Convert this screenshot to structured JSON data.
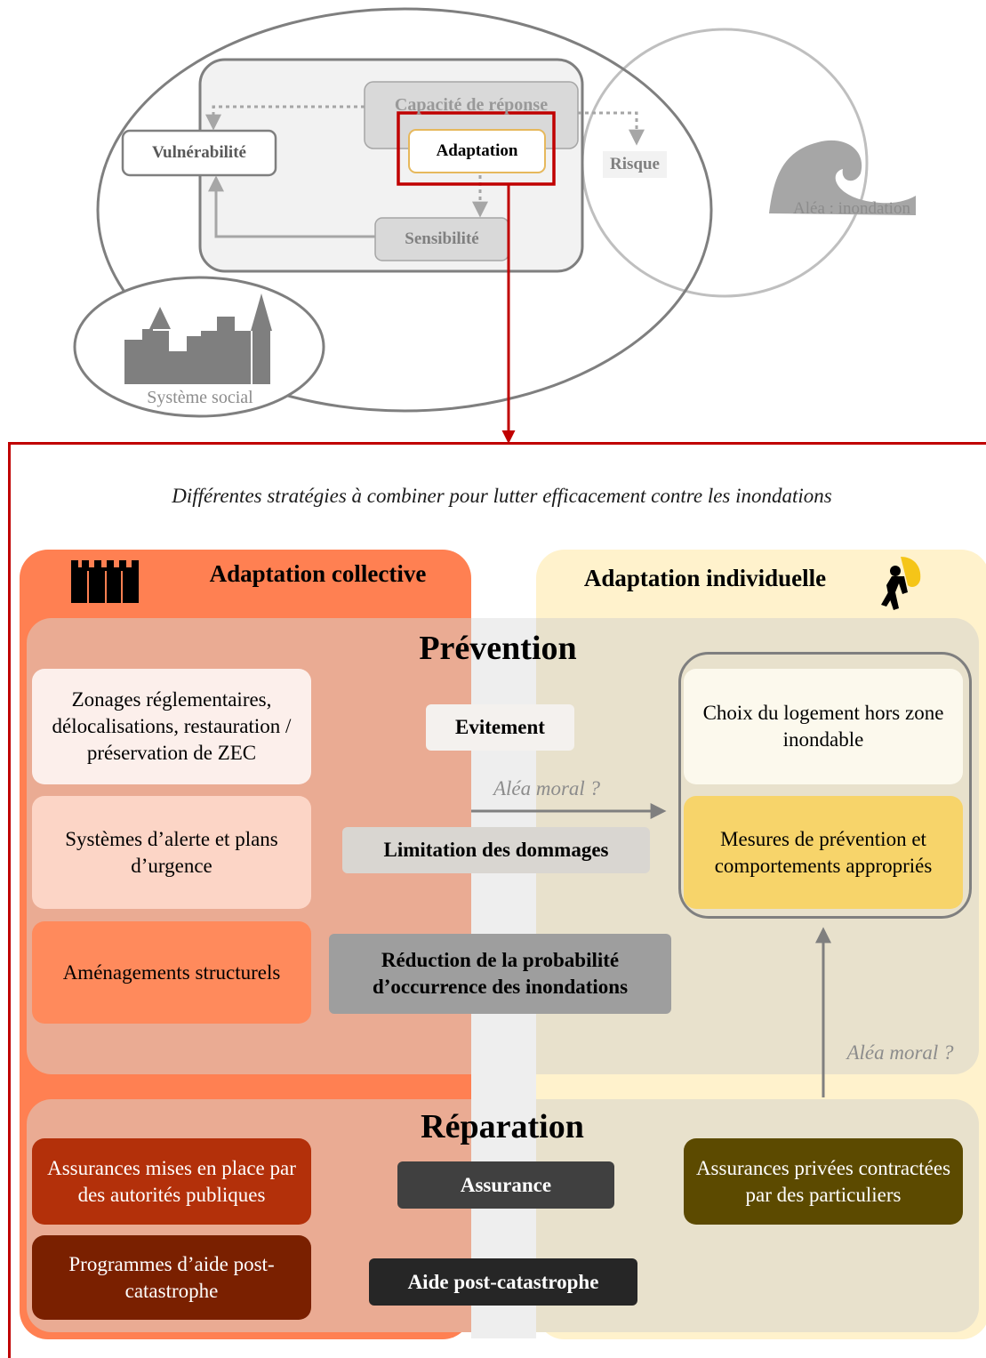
{
  "top_diagram": {
    "capacity_label": "Capacité de réponse",
    "adaptation_label": "Adaptation",
    "vulnerability_label": "Vulnérabilité",
    "sensitivity_label": "Sensibilité",
    "risk_label": "Risque",
    "hazard_label": "Aléa : inondation",
    "social_system_label": "Système social"
  },
  "subtitle": "Différentes stratégies à combiner pour lutter efficacement contre les inondations",
  "columns": {
    "collective": "Adaptation collective",
    "individual": "Adaptation individuelle"
  },
  "prevention": {
    "title": "Prévention",
    "left": [
      "Zonages réglementaires, délocalisations, restauration / préservation de ZEC",
      "Systèmes d’alerte et plans d’urgence",
      "Aménagements structurels"
    ],
    "center": [
      "Evitement",
      "Limitation des dommages",
      "Réduction de la probabilité d’occurrence des inondations"
    ],
    "right": [
      "Choix du logement hors zone inondable",
      "Mesures de prévention et comportements appropriés"
    ],
    "moral_hazard_1": "Aléa moral ?",
    "moral_hazard_2": "Aléa moral ?"
  },
  "reparation": {
    "title": "Réparation",
    "left": [
      "Assurances mises en place par des autorités publiques",
      "Programmes d’aide post-catastrophe"
    ],
    "center": [
      "Assurance",
      "Aide post-catastrophe"
    ],
    "right": [
      "Assurances privées contractées par des particuliers"
    ]
  },
  "colors": {
    "frame_red": "#c00000",
    "collective_orange": "#ff8052",
    "individual_yellow": "#fff2cc",
    "dark_brown": "#7a2000",
    "olive": "#5c4a00"
  }
}
